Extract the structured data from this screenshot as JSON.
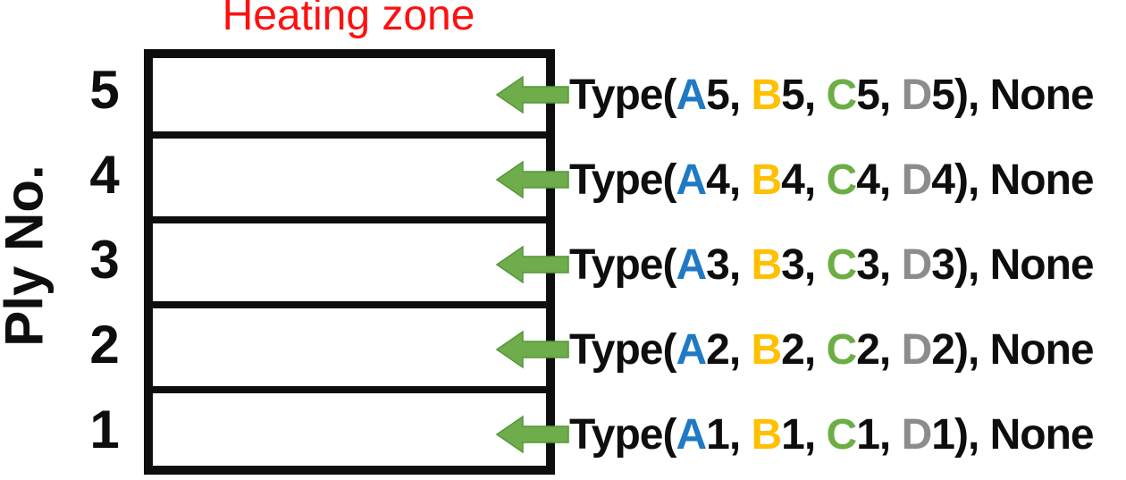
{
  "figure": {
    "heating_zone_label": "Heating zone",
    "y_axis_label": "Ply No."
  },
  "palette": {
    "red": "#FE1010",
    "black": "#0E0E0E",
    "blue": "#1F7AC3",
    "orange": "#FFC000",
    "green": "#6CAE45",
    "gray": "#8C8C8C",
    "arrow_green": "#6FAC4B",
    "arrow_green_dark": "#55973A"
  },
  "icons": {
    "row_arrow": "left-block-arrow"
  },
  "plies": [
    {
      "num": "5",
      "parts": [
        "Type(",
        "A",
        "5, ",
        "B",
        "5, ",
        "C",
        "5, ",
        "D",
        "5), None"
      ]
    },
    {
      "num": "4",
      "parts": [
        "Type(",
        "A",
        "4, ",
        "B",
        "4, ",
        "C",
        "4, ",
        "D",
        "4), None"
      ]
    },
    {
      "num": "3",
      "parts": [
        "Type(",
        "A",
        "3, ",
        "B",
        "3, ",
        "C",
        "3, ",
        "D",
        "3), None"
      ]
    },
    {
      "num": "2",
      "parts": [
        "Type(",
        "A",
        "2, ",
        "B",
        "2, ",
        "C",
        "2, ",
        "D",
        "2), None"
      ]
    },
    {
      "num": "1",
      "parts": [
        "Type(",
        "A",
        "1, ",
        "B",
        "1, ",
        "C",
        "1, ",
        "D",
        "1), None"
      ]
    }
  ]
}
